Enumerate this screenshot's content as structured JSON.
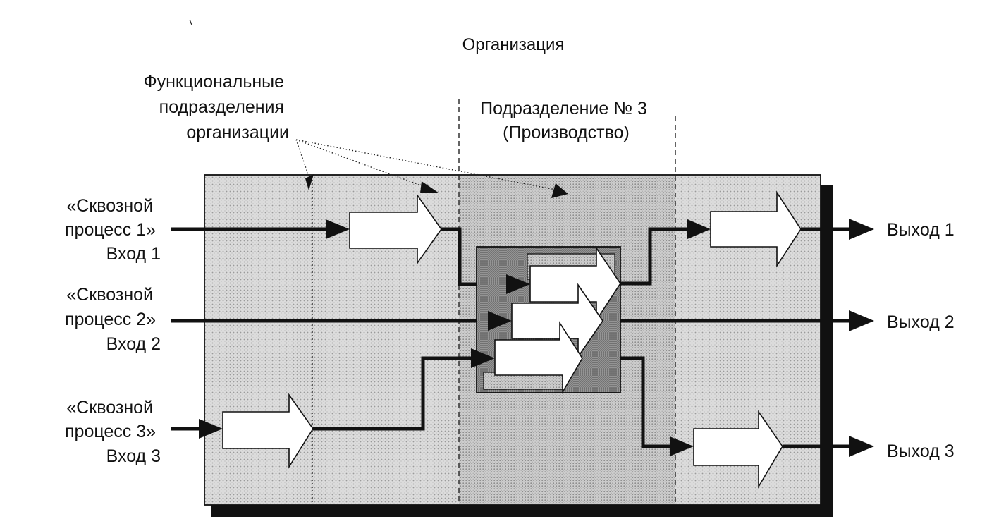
{
  "diagram": {
    "title": "Организация",
    "functional_units_label": [
      "Функциональные",
      "подразделения",
      "организации"
    ],
    "division_label": [
      "Подразделение № 3",
      "(Производство)"
    ],
    "inputs": [
      {
        "line1": "«Сквозной",
        "line2": "процесс 1»",
        "line3": "Вход 1"
      },
      {
        "line1": "«Сквозной",
        "line2": "процесс 2»",
        "line3": "Вход 2"
      },
      {
        "line1": "«Сквозной",
        "line2": "процесс 3»",
        "line3": "Вход 3"
      }
    ],
    "outputs": [
      "Выход 1",
      "Выход 2",
      "Выход 3"
    ],
    "colors": {
      "ink": "#111111",
      "org_fill": "#d6d6d6",
      "center_fill": "#cfcfcf",
      "division_block_fill": "#8f8f8f",
      "arrow_fill": "#ffffff"
    }
  }
}
